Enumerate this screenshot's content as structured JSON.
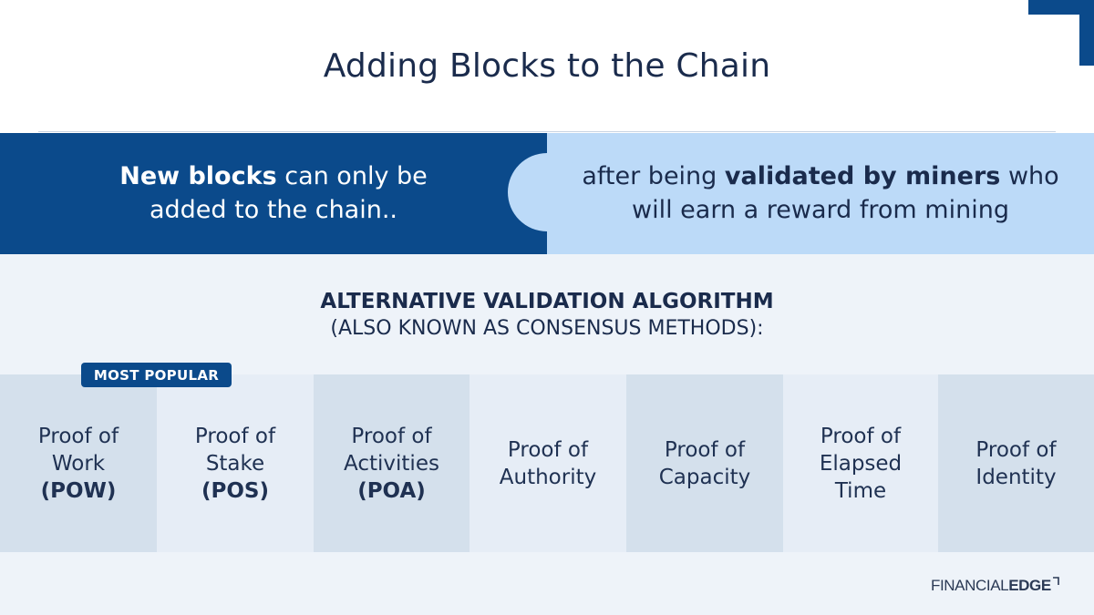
{
  "title": "Adding Blocks to the Chain",
  "banner": {
    "left": {
      "strong": "New blocks",
      "rest1": " can only be",
      "line2": "added to the chain.."
    },
    "right": {
      "pre": "after being ",
      "strong": "validated by miners",
      "post": " who",
      "line2": "will earn a reward from mining"
    }
  },
  "alternatives": {
    "heading": "ALTERNATIVE VALIDATION ALGORITHM",
    "subheading": "(ALSO KNOWN AS CONSENSUS METHODS):",
    "badge": "MOST POPULAR",
    "cards": [
      {
        "lines": [
          "Proof of",
          "Work"
        ],
        "abbr": "(POW)",
        "bg": "#d4e0ec"
      },
      {
        "lines": [
          "Proof of",
          "Stake"
        ],
        "abbr": "(POS)",
        "bg": "#e6edf6"
      },
      {
        "lines": [
          "Proof of",
          "Activities"
        ],
        "abbr": "(POA)",
        "bg": "#d4e0ec"
      },
      {
        "lines": [
          "Proof of",
          "Authority"
        ],
        "abbr": "",
        "bg": "#e6edf6"
      },
      {
        "lines": [
          "Proof of",
          "Capacity"
        ],
        "abbr": "",
        "bg": "#d4e0ec"
      },
      {
        "lines": [
          "Proof of",
          "Elapsed",
          "Time"
        ],
        "abbr": "",
        "bg": "#e6edf6"
      },
      {
        "lines": [
          "Proof of",
          "Identity"
        ],
        "abbr": "",
        "bg": "#d4e0ec"
      }
    ]
  },
  "logo": {
    "part1": "FINANCIAL",
    "part2": "EDGE"
  },
  "colors": {
    "brand": "#0b4a8b",
    "light": "#bcdaf8",
    "text": "#1a2b4c"
  }
}
